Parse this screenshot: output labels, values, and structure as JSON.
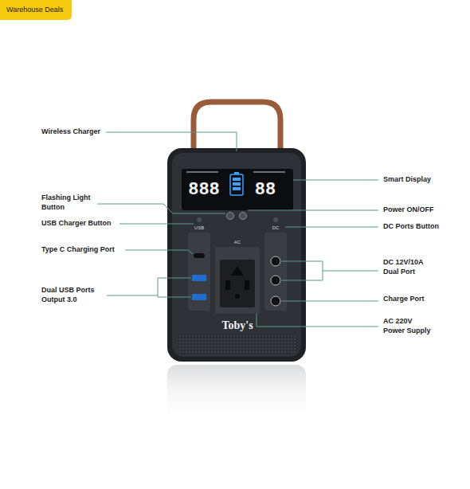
{
  "diagram": {
    "nodes": [
      {
        "text": [
          "Warehouse Deals"
        ]
      }
    ],
    "labels": [
      "Wireless Charger",
      "Flashing Light Button",
      "USB Charger Button",
      "Type C Charging Port",
      "Dual USB Ports Output 3.0",
      "Smart Display",
      "Power ON/OFF",
      "DC Ports Button",
      "DC 12V/10A Dual Port",
      "Charge Port",
      "AC 220V Power Supply",
      "888",
      "88",
      "USB",
      "DC",
      "AC",
      "Toby's"
    ]
  }
}
